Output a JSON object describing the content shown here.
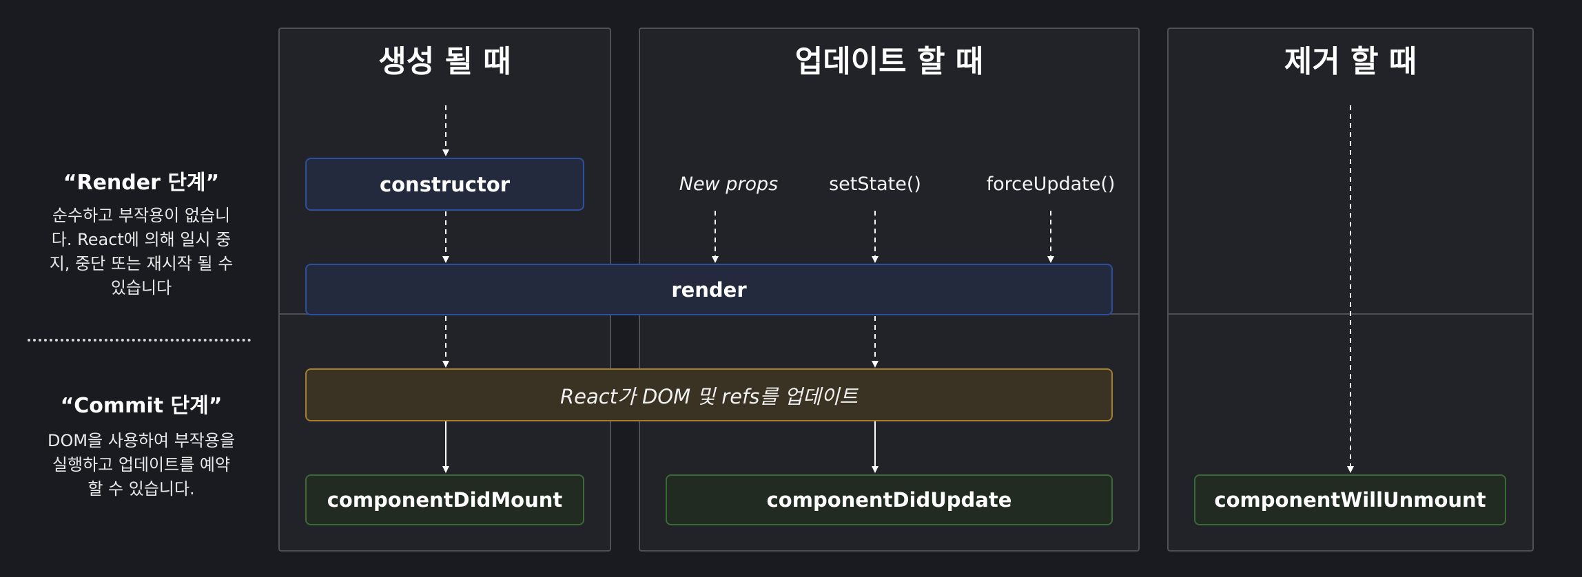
{
  "phase_labels": {
    "render_heading": "“Render 단계”",
    "render_description": "순수하고 부작용이 없습니다. React에 의해 일시 중지, 중단 또는 재시작 될 수 있습니다",
    "commit_heading": "“Commit 단계”",
    "commit_description": "DOM을 사용하여 부작용을 실행하고 업데이트를 예약 할 수 있습니다."
  },
  "columns": {
    "mounting": {
      "title": "생성 될 때"
    },
    "updating": {
      "title": "업데이트 할 때"
    },
    "unmounting": {
      "title": "제거 할 때"
    }
  },
  "triggers": {
    "new_props": "New props",
    "set_state": "setState()",
    "force_update": "forceUpdate()"
  },
  "methods": {
    "constructor": "constructor",
    "render": "render",
    "react_updates": "React가 DOM 및 refs를 업데이트",
    "component_did_mount": "componentDidMount",
    "component_did_update": "componentDidUpdate",
    "component_will_unmount": "componentWillUnmount"
  },
  "colors": {
    "background": "#1a1b20",
    "column_fill": "#222328",
    "column_border": "#4e5057",
    "render_phase_box_border": "#2d4fa0",
    "dom_update_box_border": "#a47f2e",
    "lifecycle_method_box_border": "#3b6b35",
    "arrow": "#ffffff"
  }
}
